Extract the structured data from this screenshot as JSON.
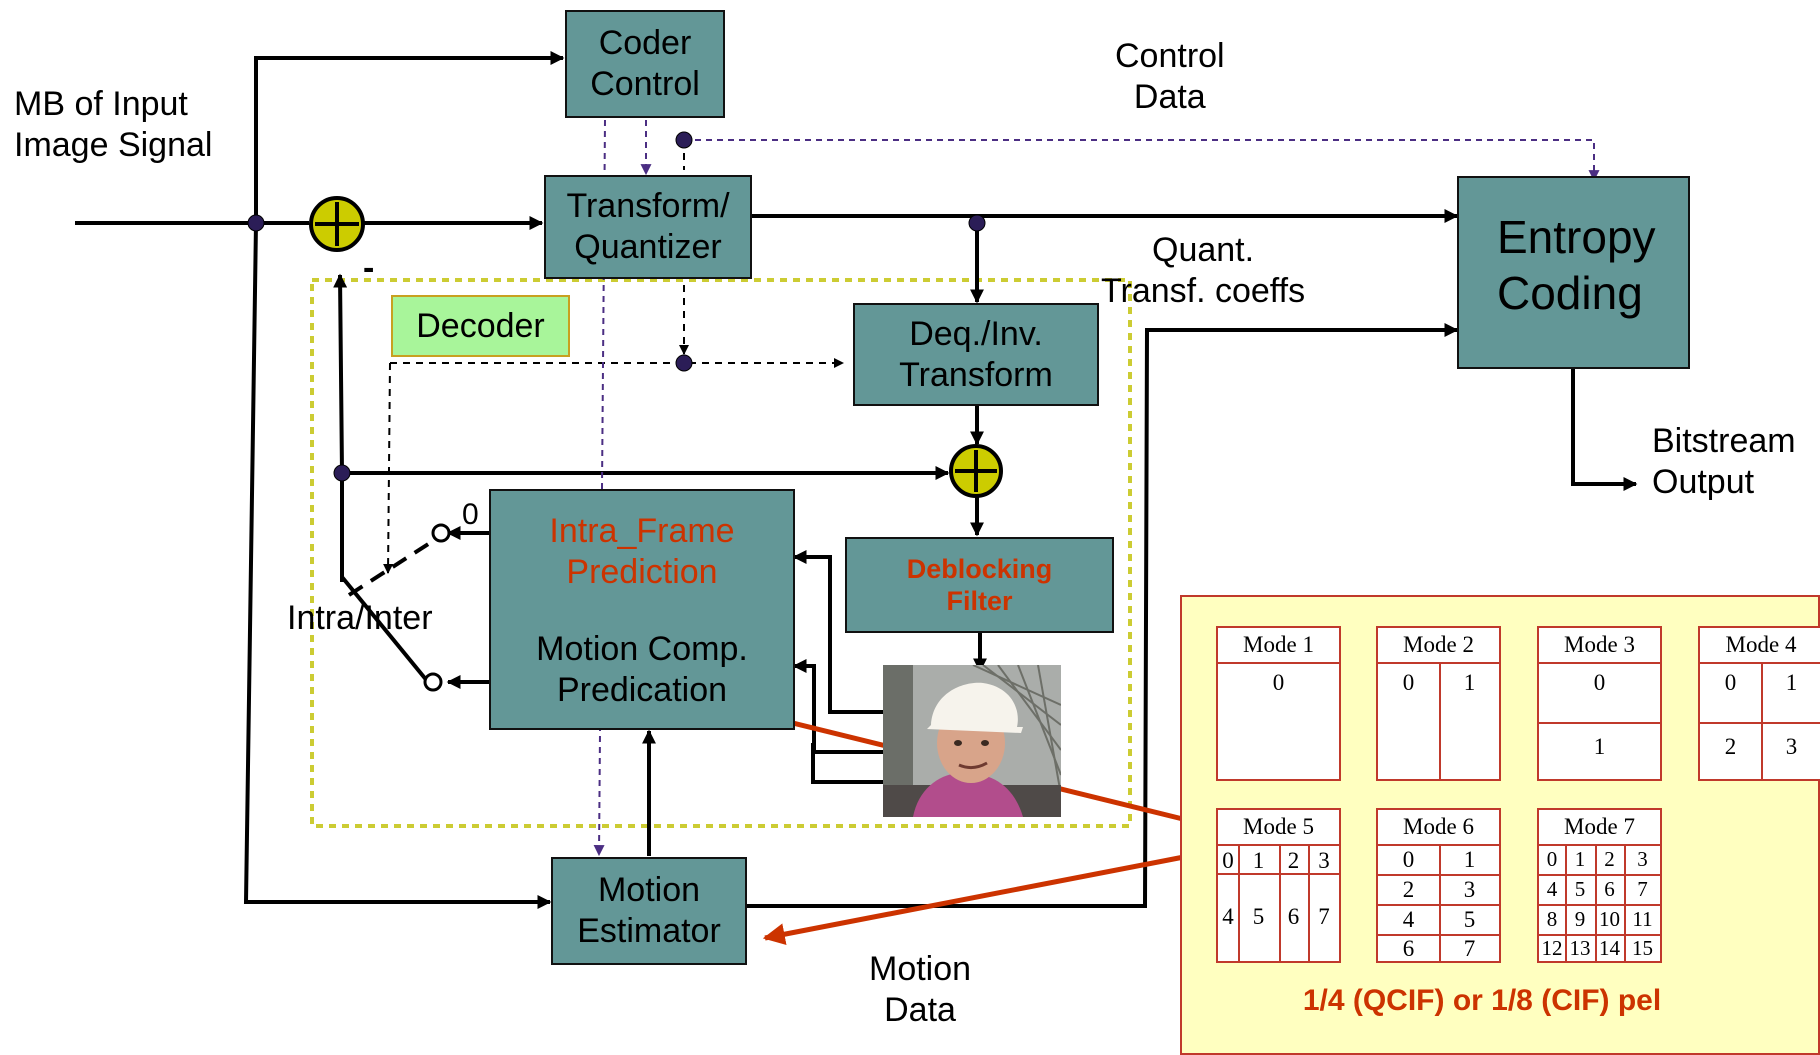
{
  "blocks": {
    "coder_control": "Coder\nControl",
    "transform_quantizer": "Transform/\nQuantizer",
    "entropy_coding": "Entropy\nCoding",
    "deq_inv_transform": "Deq./Inv.\nTransform",
    "intra_frame_prediction": "Intra_Frame\nPrediction",
    "motion_comp_predication": "Motion Comp.\nPredication",
    "deblocking_filter": "Deblocking\nFilter",
    "motion_estimator": "Motion\nEstimator",
    "decoder": "Decoder"
  },
  "labels": {
    "input": "MB of  Input\nImage Signal",
    "control_data": "Control\nData",
    "quant_coeffs": "Quant.\nTransf. coeffs",
    "bitstream_output": "Bitstream\nOutput",
    "motion_data": "Motion\nData",
    "intra_inter": "Intra/Inter",
    "switch_zero": "0",
    "minus_sign": "-"
  },
  "partition_panel": {
    "caption": "1/4 (QCIF) or 1/8 (CIF) pel",
    "modes": [
      {
        "title": "Mode 1",
        "cells": [
          "0"
        ]
      },
      {
        "title": "Mode 2",
        "cells": [
          "0",
          "1"
        ]
      },
      {
        "title": "Mode 3",
        "cells": [
          "0",
          "1"
        ]
      },
      {
        "title": "Mode 4",
        "cells": [
          "0",
          "1",
          "2",
          "3"
        ]
      },
      {
        "title": "Mode 5",
        "cells": [
          "0",
          "1",
          "2",
          "3",
          "4",
          "5",
          "6",
          "7"
        ]
      },
      {
        "title": "Mode 6",
        "cells": [
          "0",
          "1",
          "2",
          "3",
          "4",
          "5",
          "6",
          "7"
        ]
      },
      {
        "title": "Mode 7",
        "cells": [
          "0",
          "1",
          "2",
          "3",
          "4",
          "5",
          "6",
          "7",
          "8",
          "9",
          "10",
          "11",
          "12",
          "13",
          "14",
          "15"
        ]
      }
    ]
  },
  "colors": {
    "block_fill": "#639797",
    "decoder_fill": "#a8f59a",
    "adder_fill": "#cccc00",
    "dashed_region": "#cccc33",
    "highlight_red": "#cc3300",
    "panel_fill": "#ffffc0"
  }
}
